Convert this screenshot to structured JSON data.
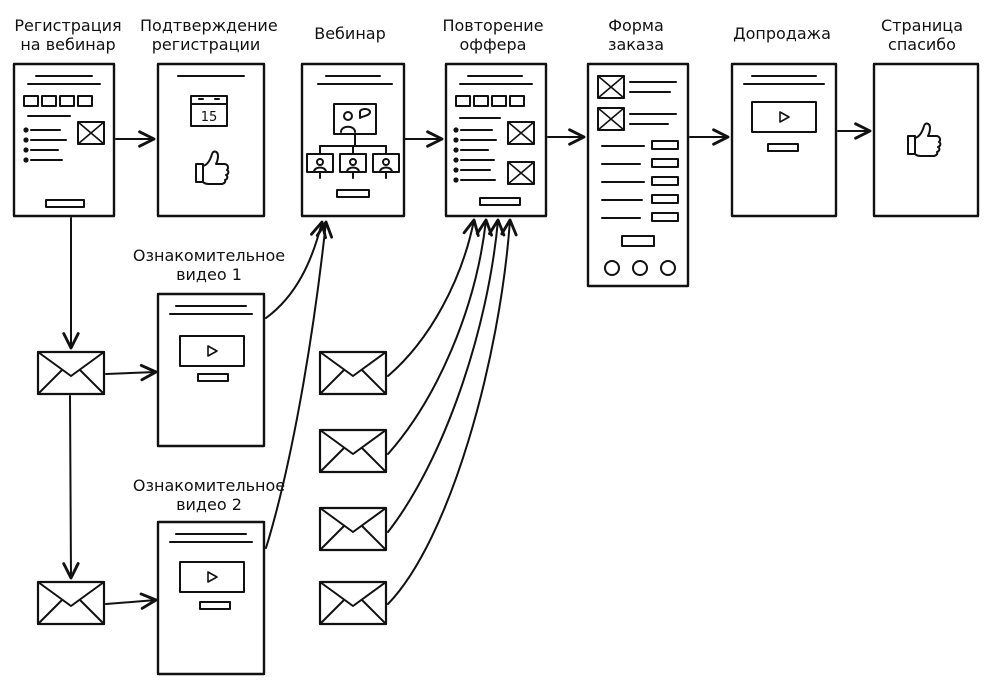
{
  "stages": {
    "registration": {
      "line1": "Регистрация",
      "line2": "на вебинар"
    },
    "confirmation": {
      "line1": "Подтверждение",
      "line2": "регистрации"
    },
    "webinar": {
      "line1": "Вебинар",
      "line2": ""
    },
    "offer_repeat": {
      "line1": "Повторение",
      "line2": "оффера"
    },
    "order_form": {
      "line1": "Форма",
      "line2": "заказа"
    },
    "upsell": {
      "line1": "Допродажа",
      "line2": ""
    },
    "thank_you": {
      "line1": "Страница",
      "line2": "спасибо"
    }
  },
  "videos": {
    "intro1": {
      "line1": "Ознакомительное",
      "line2": "видео 1"
    },
    "intro2": {
      "line1": "Ознакомительное",
      "line2": "видео 2"
    }
  },
  "calendar_day": "15",
  "icons": [
    "envelope-icon",
    "thumbs-up-icon",
    "calendar-icon",
    "play-icon",
    "presenter-icon",
    "image-placeholder-icon"
  ],
  "colors": {
    "ink": "#111111",
    "paper": "#ffffff"
  }
}
